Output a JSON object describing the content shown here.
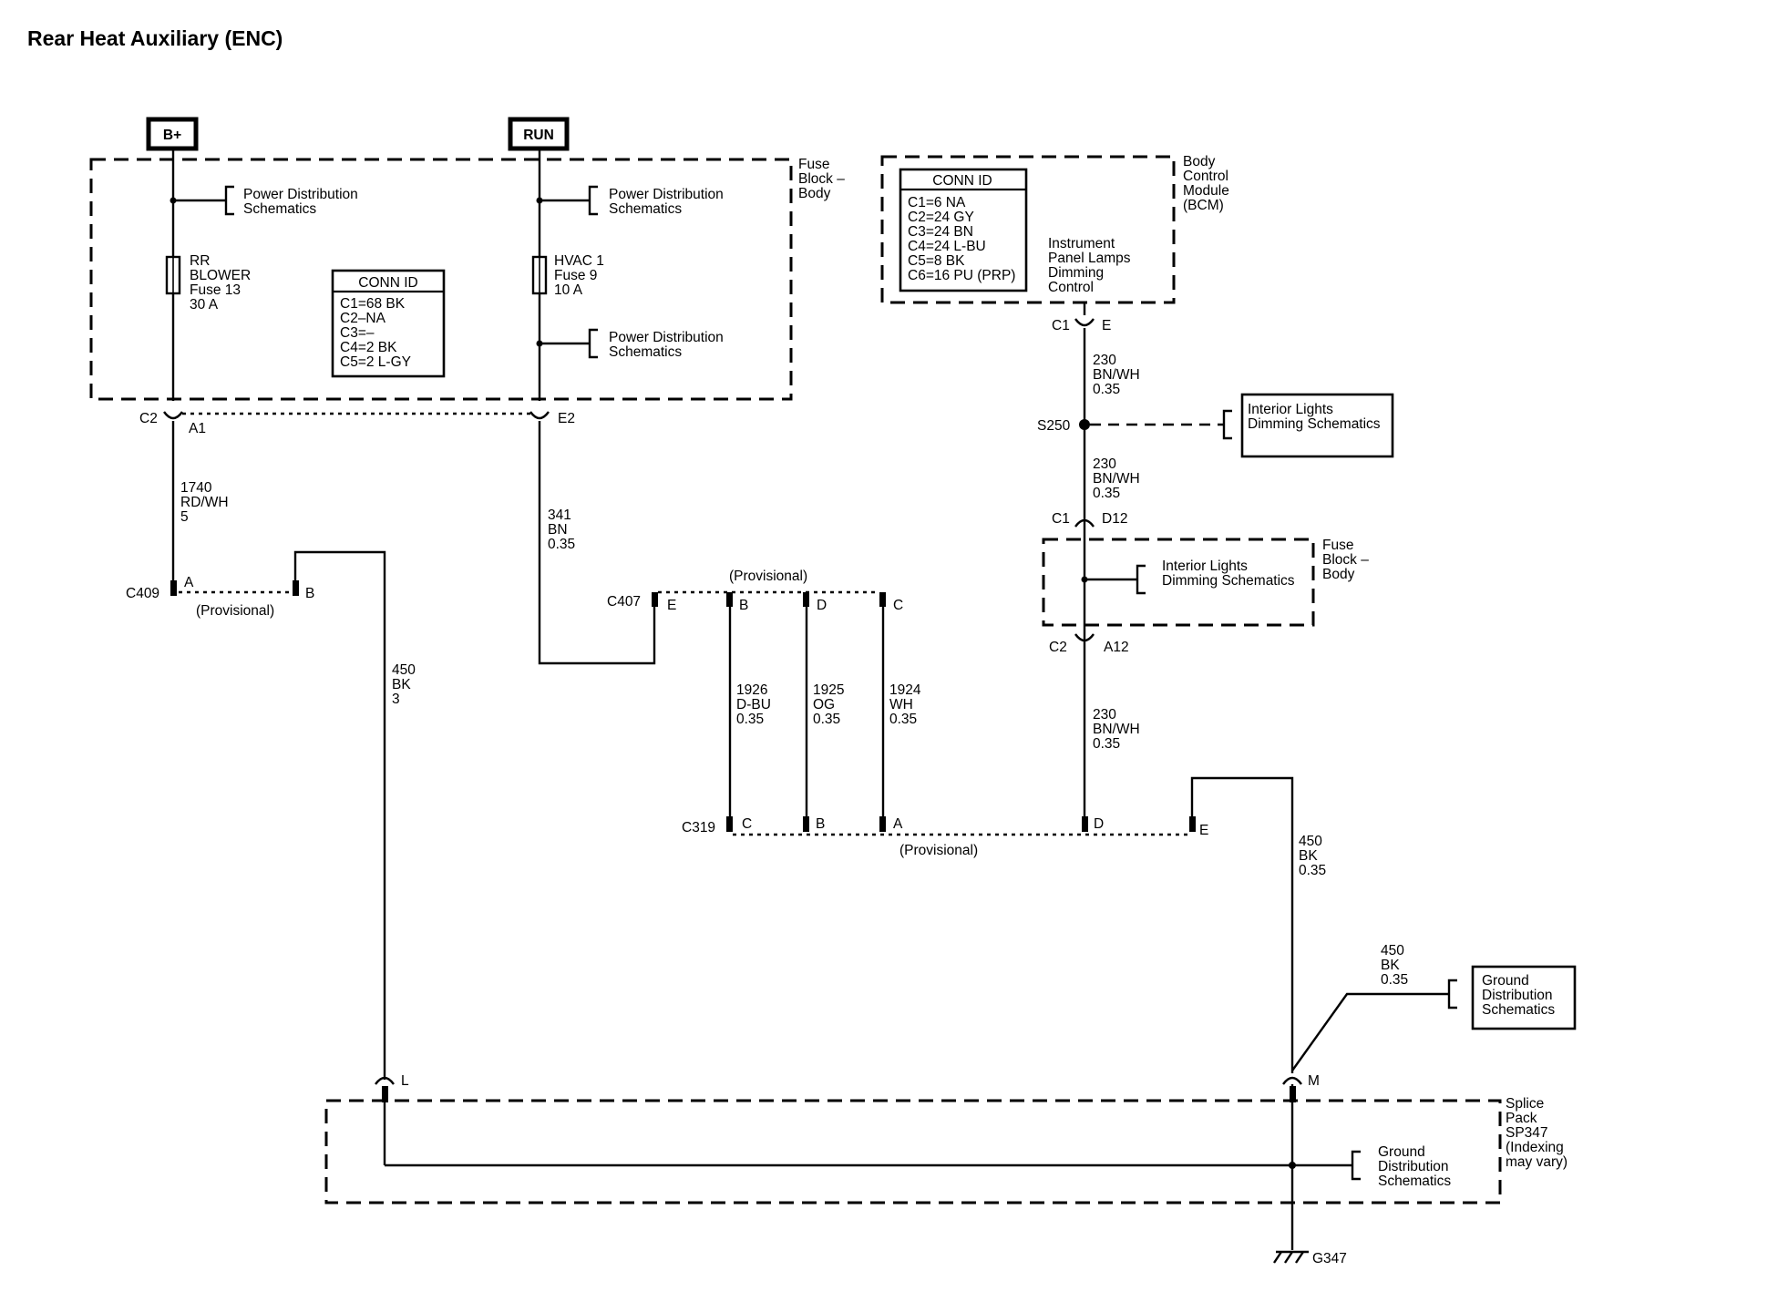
{
  "title": "Rear Heat Auxiliary (ENC)",
  "power_sources": {
    "bplus": "B+",
    "run": "RUN"
  },
  "fuse_block_top": {
    "label": [
      "Fuse",
      "Block –",
      "Body"
    ],
    "power_dist_1": [
      "Power Distribution",
      "Schematics"
    ],
    "power_dist_2": [
      "Power Distribution",
      "Schematics"
    ],
    "power_dist_3": [
      "Power Distribution",
      "Schematics"
    ],
    "fuse_rr": [
      "RR",
      "BLOWER",
      "Fuse 13",
      "30 A"
    ],
    "fuse_hvac": [
      "HVAC 1",
      "Fuse 9",
      "10 A"
    ],
    "conn_id": {
      "header": "CONN ID",
      "lines": [
        "C1=68 BK",
        "C2–NA",
        "C3=–",
        "C4=2 BK",
        "C5=2 L-GY"
      ]
    },
    "c2": "C2",
    "a1": "A1",
    "e2": "E2"
  },
  "bcm": {
    "label": [
      "Body",
      "Control",
      "Module",
      "(BCM)"
    ],
    "conn_id": {
      "header": "CONN ID",
      "lines": [
        "C1=6 NA",
        "C2=24 GY",
        "C3=24 BN",
        "C4=24 L-BU",
        "C5=8 BK",
        "C6=16 PU (PRP)"
      ]
    },
    "function": [
      "Instrument",
      "Panel Lamps",
      "Dimming",
      "Control"
    ],
    "c1": "C1",
    "pin_e": "E"
  },
  "wires": {
    "w1740": [
      "1740",
      "RD/WH",
      "5"
    ],
    "w341": [
      "341",
      "BN",
      "0.35"
    ],
    "w230a": [
      "230",
      "BN/WH",
      "0.35"
    ],
    "w230b": [
      "230",
      "BN/WH",
      "0.35"
    ],
    "w230c": [
      "230",
      "BN/WH",
      "0.35"
    ],
    "w450a": [
      "450",
      "BK",
      "3"
    ],
    "w450b": [
      "450",
      "BK",
      "0.35"
    ],
    "w450c": [
      "450",
      "BK",
      "0.35"
    ],
    "w1926": [
      "1926",
      "D-BU",
      "0.35"
    ],
    "w1925": [
      "1925",
      "OG",
      "0.35"
    ],
    "w1924": [
      "1924",
      "WH",
      "0.35"
    ]
  },
  "splice": {
    "s250": "S250"
  },
  "interior_lights_box": [
    "Interior Lights",
    "Dimming Schematics"
  ],
  "fuse_block_right": {
    "label": [
      "Fuse",
      "Block –",
      "Body"
    ],
    "interior": [
      "Interior Lights",
      "Dimming Schematics"
    ],
    "c1": "C1",
    "d12": "D12",
    "c2": "C2",
    "a12": "A12"
  },
  "connectors": {
    "c409": "C409",
    "c409_a": "A",
    "c409_b": "B",
    "c409_note": "(Provisional)",
    "c407": "C407",
    "c407_e": "E",
    "c407_b": "B",
    "c407_d": "D",
    "c407_c": "C",
    "c407_note": "(Provisional)",
    "c319": "C319",
    "c319_c": "C",
    "c319_b": "B",
    "c319_a": "A",
    "c319_d": "D",
    "c319_e": "E",
    "c319_note": "(Provisional)"
  },
  "ground_box": [
    "Ground",
    "Distribution",
    "Schematics"
  ],
  "splice_pack": {
    "label": [
      "Splice",
      "Pack",
      "SP347",
      "(Indexing",
      "may vary)"
    ],
    "ground_dist": [
      "Ground",
      "Distribution",
      "Schematics"
    ],
    "pin_l": "L",
    "pin_m": "M"
  },
  "ground": "G347"
}
